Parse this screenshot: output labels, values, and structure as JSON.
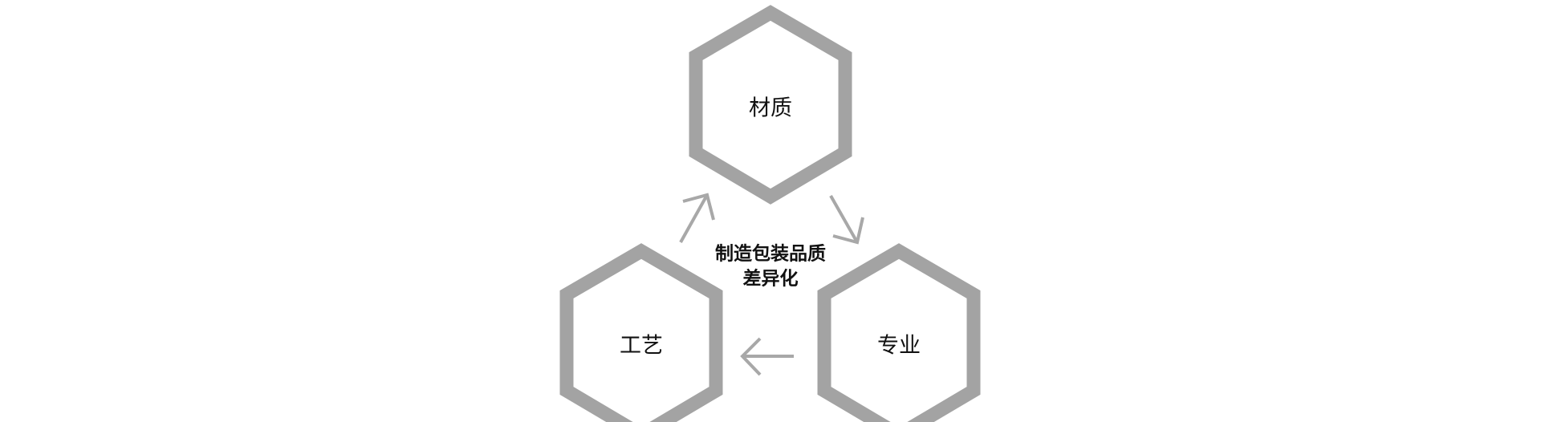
{
  "nodes": [
    {
      "id": "top",
      "label": "材质"
    },
    {
      "id": "right",
      "label": "专业"
    },
    {
      "id": "left",
      "label": "工艺"
    }
  ],
  "center": {
    "line1": "制造包装品质",
    "line2": "差异化"
  },
  "colors": {
    "hex_stroke": "#a3a3a3",
    "arrow": "#a8a8a8",
    "text": "#111111"
  }
}
